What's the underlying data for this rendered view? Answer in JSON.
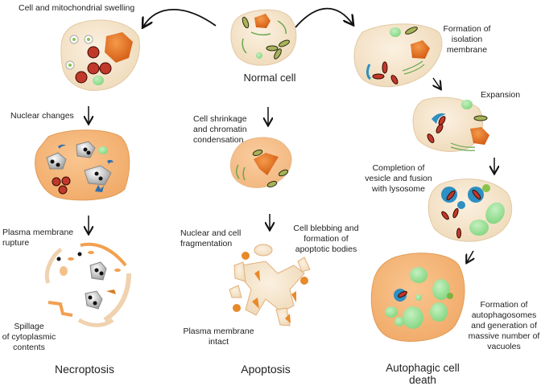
{
  "center": {
    "normal_cell": "Normal cell"
  },
  "necroptosis": {
    "title": "Necroptosis",
    "steps": [
      "Cell and mitochondrial swelling",
      "Nuclear changes",
      "Plasma membrane rupture",
      "Spillage of cytoplasmic contents"
    ],
    "step3_lines": [
      "Plasma membrane",
      "rupture"
    ],
    "step4_lines": [
      "Spillage",
      "of cytoplasmic",
      "contents"
    ]
  },
  "apoptosis": {
    "title": "Apoptosis",
    "step1_lines": [
      "Cell shrinkage",
      "and chromatin",
      "condensation"
    ],
    "step2_lines": [
      "Nuclear and cell",
      "fragmentation"
    ],
    "step3_lines": [
      "Cell blebbing and",
      "formation of",
      "apoptotic bodies"
    ],
    "step4_lines": [
      "Plasma membrane",
      "intact"
    ]
  },
  "autophagic": {
    "title_lines": [
      "Autophagic cell",
      "death"
    ],
    "step1_lines": [
      "Formation of",
      "isolation",
      "membrane"
    ],
    "step2": "Expansion",
    "step3_lines": [
      "Completion of",
      "vesicle and fusion",
      "with lysosome"
    ],
    "step4_lines": [
      "Formation of",
      "autophagosomes",
      "and generation of",
      "massive number of",
      "vacuoles"
    ]
  },
  "colors": {
    "cytoplasm": "#f6e6cc",
    "necrotic_cytoplasm": "#f7b77c",
    "nucleus": "#e06a1a",
    "mitochondria": "#8a3a10",
    "vacuole": "#9be09a",
    "isolation_membrane": "#2e8fc2",
    "arrow": "#111111"
  }
}
